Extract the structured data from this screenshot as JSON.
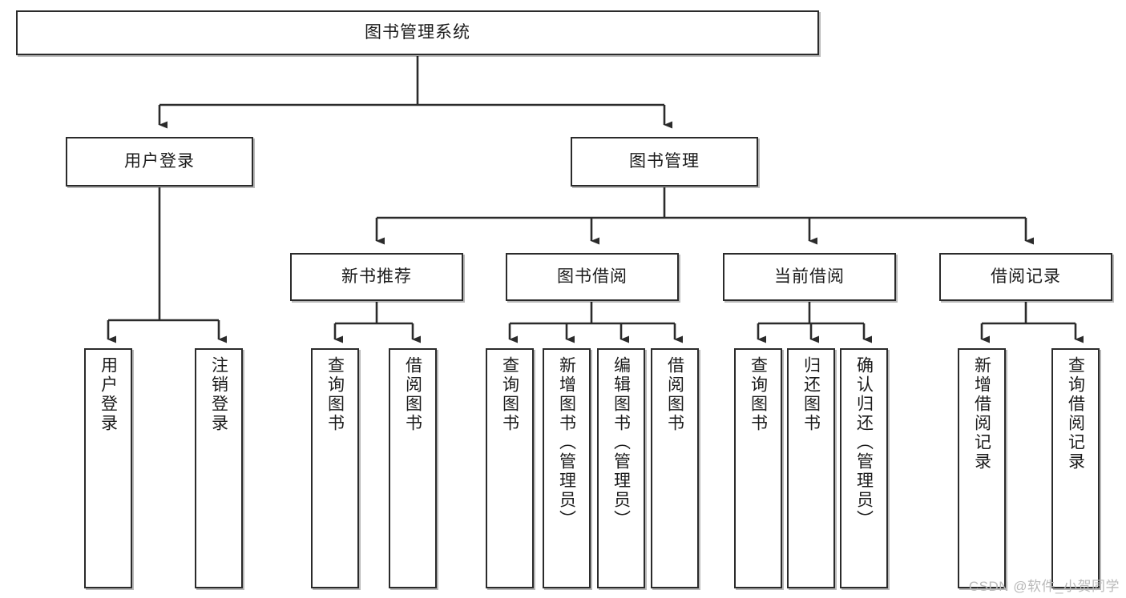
{
  "diagram": {
    "type": "tree",
    "title": "图书管理系统",
    "orientation": "top-down",
    "colors": {
      "box_stroke": "#2b2b2b",
      "box_fill": "#ffffff",
      "connector": "#2b2b2b",
      "text": "#1b1b1b",
      "watermark": "#b9b9b9"
    }
  },
  "watermark": {
    "text": "CSDN @软件_小贺同学"
  },
  "nodes": {
    "root": {
      "label": "图书管理系统",
      "level": 1
    },
    "user_login": {
      "label": "用户登录",
      "level": 2
    },
    "book_manage": {
      "label": "图书管理",
      "level": 2
    },
    "new_book_rec": {
      "label": "新书推荐",
      "level": 3
    },
    "book_borrow": {
      "label": "图书借阅",
      "level": 3
    },
    "current_borrow": {
      "label": "当前借阅",
      "level": 3
    },
    "borrow_record": {
      "label": "借阅记录",
      "level": 3
    },
    "leaf_user_login": {
      "label": "用户登录",
      "level": 4
    },
    "leaf_logout": {
      "label": "注销登录",
      "level": 4
    },
    "leaf_query_book_1": {
      "label": "查询图书",
      "level": 4
    },
    "leaf_borrow_book_1": {
      "label": "借阅图书",
      "level": 4
    },
    "leaf_query_book_2": {
      "label": "查询图书",
      "level": 4
    },
    "leaf_add_book": {
      "label": "新增图书（管理员）",
      "level": 4
    },
    "leaf_edit_book": {
      "label": "编辑图书（管理员）",
      "level": 4
    },
    "leaf_borrow_book_2": {
      "label": "借阅图书",
      "level": 4
    },
    "leaf_query_book_3": {
      "label": "查询图书",
      "level": 4
    },
    "leaf_return_book": {
      "label": "归还图书",
      "level": 4
    },
    "leaf_confirm_return": {
      "label": "确认归还（管理员）",
      "level": 4
    },
    "leaf_add_record": {
      "label": "新增借阅记录",
      "level": 4
    },
    "leaf_query_record": {
      "label": "查询借阅记录",
      "level": 4
    }
  },
  "edges": [
    {
      "from": "root",
      "to": "user_login"
    },
    {
      "from": "root",
      "to": "book_manage"
    },
    {
      "from": "user_login",
      "to": "leaf_user_login"
    },
    {
      "from": "user_login",
      "to": "leaf_logout"
    },
    {
      "from": "book_manage",
      "to": "new_book_rec"
    },
    {
      "from": "book_manage",
      "to": "book_borrow"
    },
    {
      "from": "book_manage",
      "to": "current_borrow"
    },
    {
      "from": "book_manage",
      "to": "borrow_record"
    },
    {
      "from": "new_book_rec",
      "to": "leaf_query_book_1"
    },
    {
      "from": "new_book_rec",
      "to": "leaf_borrow_book_1"
    },
    {
      "from": "book_borrow",
      "to": "leaf_query_book_2"
    },
    {
      "from": "book_borrow",
      "to": "leaf_add_book"
    },
    {
      "from": "book_borrow",
      "to": "leaf_edit_book"
    },
    {
      "from": "book_borrow",
      "to": "leaf_borrow_book_2"
    },
    {
      "from": "current_borrow",
      "to": "leaf_query_book_3"
    },
    {
      "from": "current_borrow",
      "to": "leaf_return_book"
    },
    {
      "from": "current_borrow",
      "to": "leaf_confirm_return"
    },
    {
      "from": "borrow_record",
      "to": "leaf_add_record"
    },
    {
      "from": "borrow_record",
      "to": "leaf_query_record"
    }
  ]
}
